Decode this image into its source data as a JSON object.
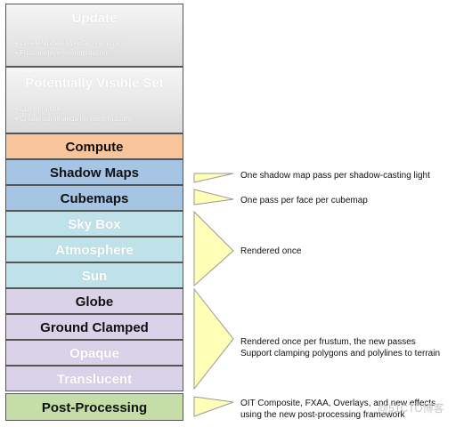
{
  "pipeline": {
    "update": {
      "title": "Update",
      "bullets": [
        "Create/update WebGL resources",
        "Frustum/layers computation"
      ]
    },
    "pvs": {
      "title": "Potentially Visible Set",
      "bullets": [
        "Cull primitives",
        "Create commands for each frustum"
      ]
    },
    "compute": "Compute",
    "shadow_maps": "Shadow Maps",
    "cubemaps": "Cubemaps",
    "sky_box": "Sky Box",
    "atmosphere": "Atmosphere",
    "sun": "Sun",
    "globe": "Globe",
    "ground_clamped": "Ground Clamped",
    "opaque": "Opaque",
    "translucent": "Translucent",
    "post_processing": "Post-Processing"
  },
  "notes": {
    "shadow": "One shadow map pass per shadow-casting light",
    "cubemap": "One pass per face per cubemap",
    "rendered_once": "Rendered once",
    "frustum_line1": "Rendered once per frustum, the new passes",
    "frustum_line2": "Support clamping polygons and polylines to terrain",
    "post_line1": "OIT Composite, FXAA, Overlays, and new effects",
    "post_line2": "using the new post-processing framework"
  },
  "watermark": "@51CTO博客",
  "colors": {
    "gray": "#e4e4e4",
    "compute": "#f8c49c",
    "blue": "#a6c4e4",
    "light_blue": "#bfe2ea",
    "lavender": "#d9d2e9",
    "green": "#c5dea8",
    "arrow": "#ffffb8"
  }
}
